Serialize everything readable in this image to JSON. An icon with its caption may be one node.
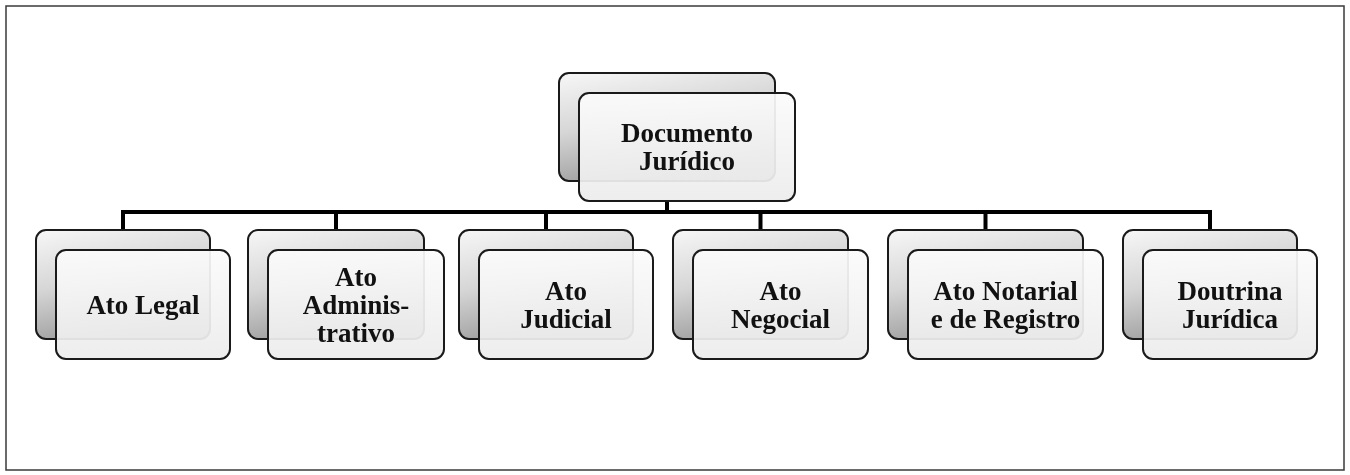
{
  "diagram": {
    "nodes": [
      {
        "text": [
          "Documento Jurídico"
        ]
      },
      {
        "text": [
          "Ato Legal"
        ]
      },
      {
        "text": [
          "Ato Adminis- trativo"
        ]
      },
      {
        "text": [
          "Ato Judicial"
        ]
      },
      {
        "text": [
          "Ato Negocial"
        ]
      },
      {
        "text": [
          "Ato Notarial e de Registro"
        ]
      },
      {
        "text": [
          "Doutrina Jurídica"
        ]
      }
    ],
    "edges": [
      {
        "from": 0,
        "to": 1,
        "arrow": "none"
      },
      {
        "from": 0,
        "to": 2,
        "arrow": "none"
      },
      {
        "from": 0,
        "to": 3,
        "arrow": "none"
      },
      {
        "from": 0,
        "to": 4,
        "arrow": "none"
      },
      {
        "from": 0,
        "to": 5,
        "arrow": "none"
      },
      {
        "from": 0,
        "to": 6,
        "arrow": "none"
      }
    ]
  }
}
